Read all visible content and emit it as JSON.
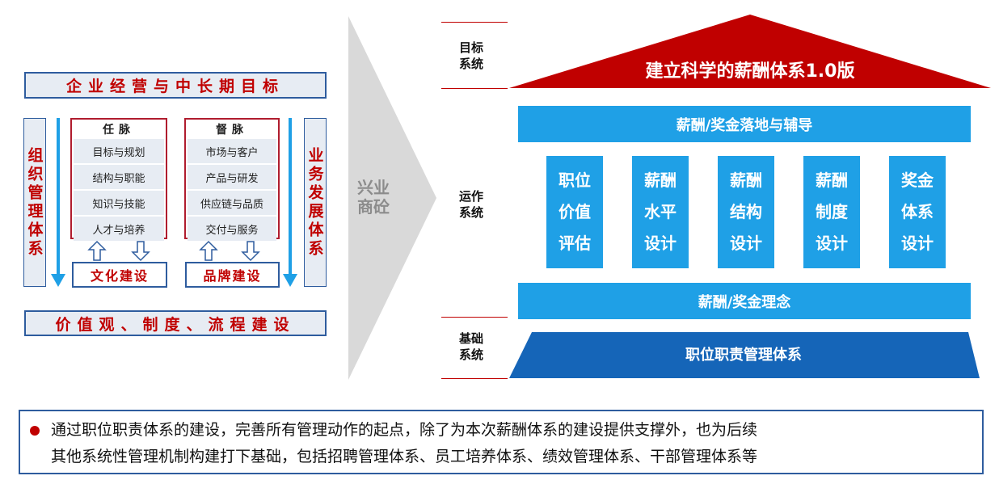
{
  "left": {
    "top_band": "企业经营与中长期目标",
    "bottom_band": "价值观、制度、流程建设",
    "left_side": "组织管理体系",
    "right_side": "业务发展体系",
    "ren_mai": {
      "title": "任脉",
      "items": [
        "目标与规划",
        "结构与职能",
        "知识与技能",
        "人才与培养"
      ],
      "build": "文化建设"
    },
    "du_mai": {
      "title": "督脉",
      "items": [
        "市场与客户",
        "产品与研发",
        "供应链与品质",
        "交付与服务"
      ],
      "build": "品牌建设"
    }
  },
  "watermark": [
    "兴业",
    "商砼"
  ],
  "right": {
    "labels": {
      "goal": [
        "目标",
        "系统"
      ],
      "ops": [
        "运作",
        "系统"
      ],
      "base": [
        "基础",
        "系统"
      ]
    },
    "roof": "建立科学的薪酬体系1.0版",
    "top_bar": "薪酬/奖金落地与辅导",
    "pillars": [
      [
        "职位",
        "价值",
        "评估"
      ],
      [
        "薪酬",
        "水平",
        "设计"
      ],
      [
        "薪酬",
        "结构",
        "设计"
      ],
      [
        "薪酬",
        "制度",
        "设计"
      ],
      [
        "奖金",
        "体系",
        "设计"
      ]
    ],
    "mid_bar": "薪酬/奖金理念",
    "base": "职位职责管理体系"
  },
  "note": {
    "line1": "通过职位职责体系的建设，完善所有管理动作的起点，除了为本次薪酬体系的建设提供支撑外，也为后续",
    "line2": "其他系统性管理机制构建打下基础，包括招聘管理体系、员工培养体系、绩效管理体系、干部管理体系等"
  },
  "colors": {
    "red": "#c00000",
    "crimson": "#b01c2e",
    "blue_light": "#1fa0e6",
    "blue_dark": "#1565b8",
    "navy": "#2e5c9e",
    "panel": "#e7ecf3"
  }
}
